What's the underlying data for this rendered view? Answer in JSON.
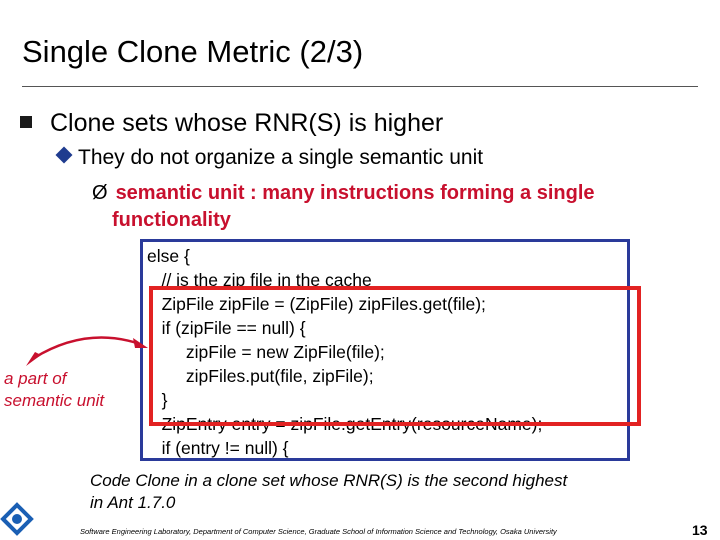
{
  "slide": {
    "title": "Single Clone Metric (2/3)",
    "bullet_level1": "Clone sets whose RNR(S) is higher",
    "bullet_level2": "They do not organize a single semantic unit",
    "bullet_level3_line1": "semantic unit : many instructions forming a single",
    "bullet_level3_line2": "functionality",
    "arrow_glyph": "Ø"
  },
  "code": {
    "lines": [
      "else {",
      "   // is the zip file in the cache",
      "   ZipFile zipFile = (ZipFile) zipFiles.get(file);",
      "   if (zipFile == null) {",
      "        zipFile = new ZipFile(file);",
      "        zipFiles.put(file, zipFile);",
      "   }",
      "   ZipEntry entry = zipFile.getEntry(resourceName);",
      "   if (entry != null) {"
    ]
  },
  "annotation": {
    "line1": "a part of",
    "line2": "semantic unit"
  },
  "caption": {
    "line1": "Code Clone in a clone set whose RNR(S) is the second highest",
    "line2": "in Ant 1.7.0"
  },
  "footer": {
    "text": "Software Engineering Laboratory,  Department of Computer Science,  Graduate School of Information Science and Technology,  Osaka University",
    "page_number": "13"
  },
  "colors": {
    "accent_red": "#c8102e",
    "box_blue": "#2a3a9a",
    "highlight_red": "#e22222",
    "logo_blue": "#1a5fb4"
  }
}
